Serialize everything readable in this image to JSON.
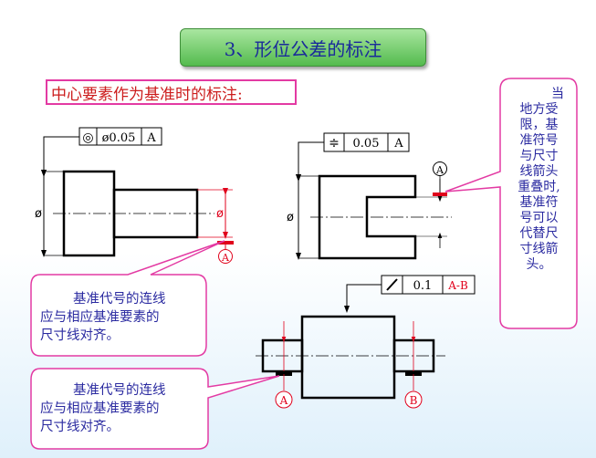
{
  "title": "3、形位公差的标注",
  "subtitle": "中心要素作为基准时的标注:",
  "callouts": {
    "right_note": [
      "当",
      "地方受",
      "限，基",
      "准符号",
      "与尺寸",
      "线箭头",
      "重叠时,",
      "基准符",
      "号可以",
      "代替尺",
      "寸线箭",
      "头。"
    ],
    "left_note_1": [
      "基准代号的连线",
      "应与相应基准要素的",
      "尺寸线对齐。"
    ],
    "left_note_2": [
      "基准代号的连线",
      "应与相应基准要素的",
      "尺寸线对齐。"
    ]
  },
  "fig1": {
    "symbol": "◎",
    "tolerance": "ø0.05",
    "datum": "A",
    "dim1": "ø",
    "dim2": "ø",
    "datum_label": "A"
  },
  "fig2": {
    "symbol": "≑",
    "tolerance": "0.05",
    "datum": "A",
    "dim": "ø",
    "datum_label": "A"
  },
  "fig3": {
    "symbol": "↗",
    "tolerance": "0.1",
    "datum": "A-B",
    "datum_label_a": "A",
    "datum_label_b": "B"
  },
  "colors": {
    "title_text": "#1a2a9a",
    "red": "#e0001b",
    "pink": "#e33aa3",
    "note_text": "#2a2aa0"
  }
}
